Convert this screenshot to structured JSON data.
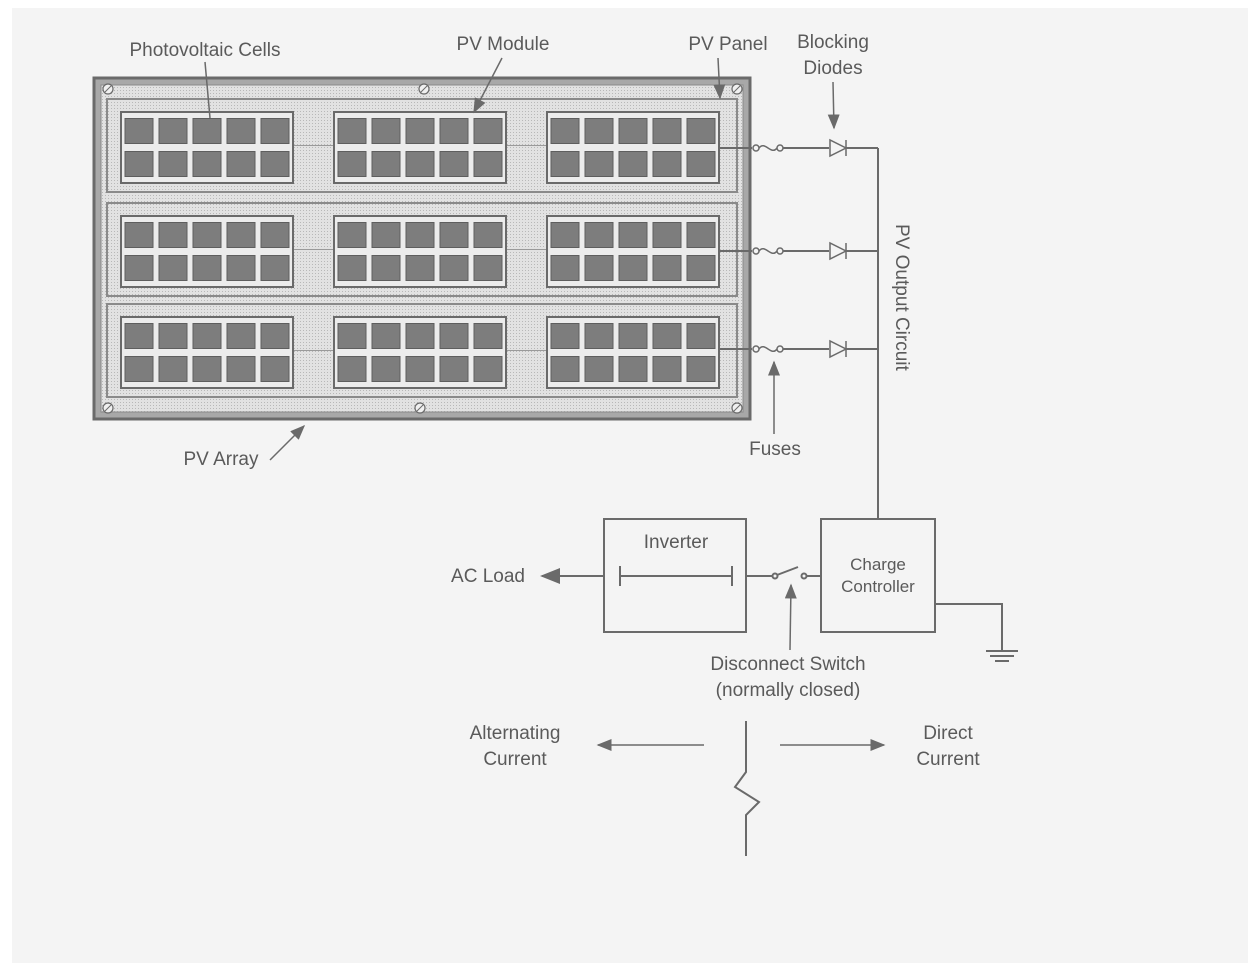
{
  "labels": {
    "photovoltaic_cells": "Photovoltaic Cells",
    "pv_module": "PV Module",
    "pv_panel": "PV Panel",
    "blocking_diodes_line1": "Blocking",
    "blocking_diodes_line2": "Diodes",
    "pv_output_circuit": "PV Output Circuit",
    "fuses": "Fuses",
    "pv_array": "PV Array",
    "inverter": "Inverter",
    "ac_load": "AC Load",
    "charge_controller_line1": "Charge",
    "charge_controller_line2": "Controller",
    "disconnect_switch_line1": "Disconnect Switch",
    "disconnect_switch_line2": "(normally closed)",
    "alternating_current_line1": "Alternating",
    "alternating_current_line2": "Current",
    "direct_current_line1": "Direct",
    "direct_current_line2": "Current"
  },
  "colors": {
    "line": "#6a6a6a",
    "panel_fill": "#dcdcdc",
    "cell_fill": "#7d7d7d",
    "frame": "#8a8a8a",
    "background": "#f4f4f4"
  },
  "icons": [
    "screw-icon",
    "fuse-icon",
    "diode-icon",
    "switch-icon",
    "ground-icon",
    "arrow-icon"
  ],
  "structure": {
    "panels": 3,
    "modules_per_panel": 3,
    "cell_columns_per_module": 5,
    "cell_rows_per_module": 2
  }
}
